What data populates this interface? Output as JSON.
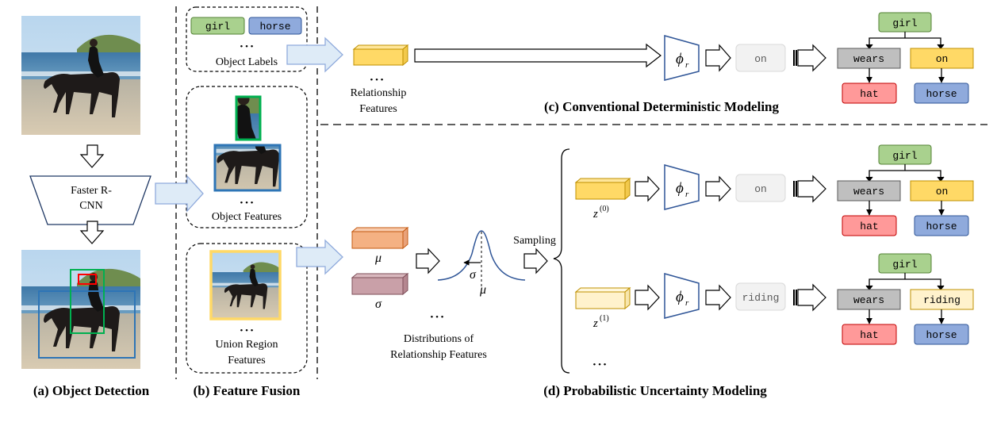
{
  "panels": {
    "a": "(a) Object Detection",
    "b": "(b) Feature Fusion",
    "c": "(c) Conventional Deterministic Modeling",
    "d": "(d) Probabilistic Uncertainty Modeling"
  },
  "detector": {
    "line1": "Faster R-",
    "line2": "CNN"
  },
  "fusion": {
    "label_chip_1": "girl",
    "label_chip_2": "horse",
    "object_labels": "Object Labels",
    "object_features": "Object Features",
    "union_line1": "Union Region",
    "union_line2": "Features"
  },
  "ellipsis": "• • •",
  "relationship": {
    "line1": "Relationship",
    "line2": "Features"
  },
  "distributions": {
    "line1": "Distributions of",
    "line2": "Relationship Features"
  },
  "symbols": {
    "mu": "μ",
    "sigma": "σ",
    "phi": "ϕ",
    "phi_sub": "r",
    "z": "z",
    "z0_sup": "(0)",
    "z1_sup": "(1)"
  },
  "sampling": "Sampling",
  "predictions": {
    "conventional": "on",
    "z0": "on",
    "z1": "riding"
  },
  "graphs": [
    {
      "subject": "girl",
      "left_rel": "wears",
      "right_rel": "on",
      "left_obj": "hat",
      "right_obj": "horse"
    },
    {
      "subject": "girl",
      "left_rel": "wears",
      "right_rel": "on",
      "left_obj": "hat",
      "right_obj": "horse"
    },
    {
      "subject": "girl",
      "left_rel": "wears",
      "right_rel": "riding",
      "left_obj": "hat",
      "right_obj": "horse"
    }
  ],
  "colors": {
    "green": "#a9d18e",
    "blue": "#8faadc",
    "gray": "#bfbfbf",
    "yellow": "#ffd966",
    "pale_yellow": "#fff2cc",
    "pink": "#ff9999",
    "orange": "#f4b183",
    "mauve": "#c9a0a8",
    "box_blue": "#2e75b6",
    "box_green": "#00b050",
    "box_red": "#ff0000",
    "phi_blue": "#2f5597"
  }
}
